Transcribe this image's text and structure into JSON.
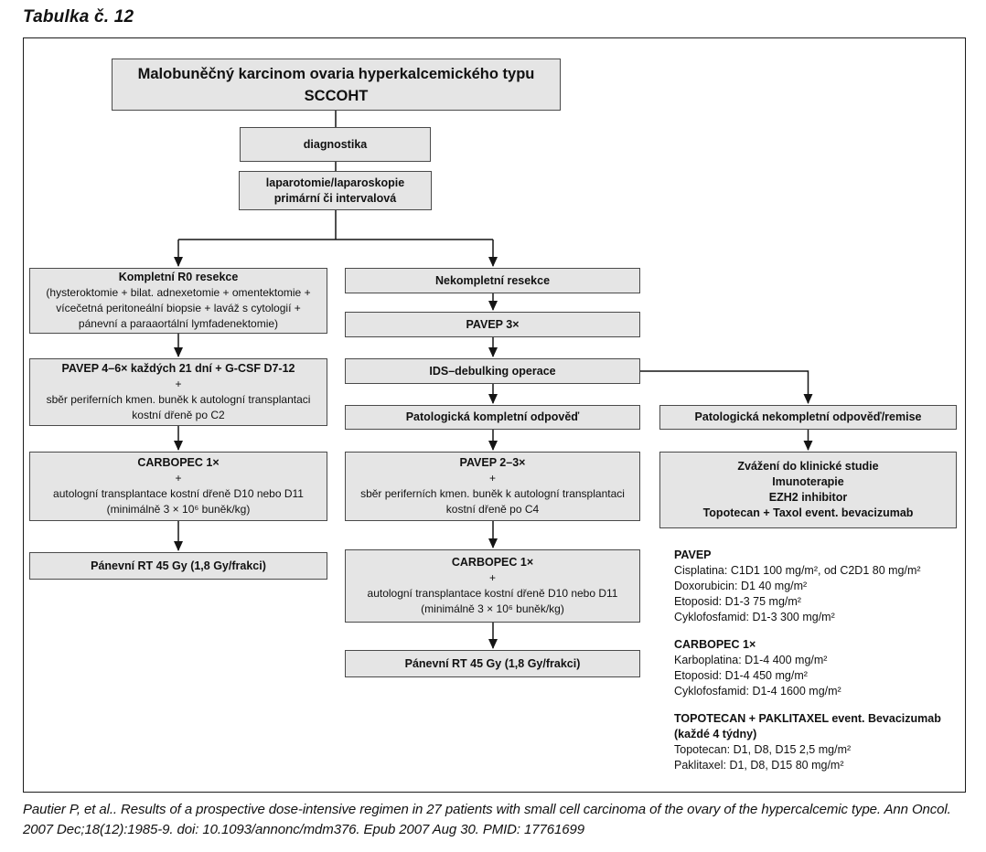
{
  "page": {
    "title": "Tabulka č. 12",
    "citation": "Pautier P, et al.. Results of a prospective dose-intensive regimen in 27 patients with small cell carcinoma of the ovary of the hypercalcemic type. Ann Oncol. 2007 Dec;18(12):1985-9. doi: 10.1093/annonc/mdm376. Epub 2007 Aug 30. PMID: 17761699"
  },
  "colors": {
    "box_fill": "#e5e5e5",
    "box_border": "#4a4a4a",
    "line": "#151515"
  },
  "flow": {
    "root": {
      "title": "Malobuněčný karcinom ovaria hyperkalcemického typu\nSCCOHT"
    },
    "diagnostics": {
      "title": "diagnostika"
    },
    "laparotomy": {
      "title": "laparotomie/laparoskopie\nprimární či intervalová"
    },
    "complete_resection": {
      "title": "Kompletní R0 resekce",
      "body": "(hysteroktomie + bilat. adnexetomie + omentektomie +\nvícečetná peritoneální biopsie + laváž s cytologií +\npánevní a paraaortální lymfadenektomie)"
    },
    "pavep_4_6": {
      "title": "PAVEP 4–6× každých 21 dní + G-CSF D7-12",
      "body": "+\nsběr periferních kmen. buněk k autologní transplantaci\nkostní dřeně po C2"
    },
    "carbopec_left": {
      "title": "CARBOPEC 1×",
      "body": "+\nautologní transplantace kostní dřeně D10 nebo D11\n(minimálně 3 × 10⁶ buněk/kg)"
    },
    "pelvic_rt_left": {
      "title": "Pánevní RT 45 Gy (1,8 Gy/frakci)"
    },
    "incomplete_resection": {
      "title": "Nekompletní resekce"
    },
    "pavep_3x": {
      "title": "PAVEP 3×"
    },
    "ids_debulking": {
      "title": "IDS–debulking operace"
    },
    "path_complete_response": {
      "title": "Patologická kompletní odpověď"
    },
    "pavep_2_3": {
      "title": "PAVEP 2–3×",
      "body": "+\nsběr periferních kmen. buněk k autologní transplantaci\nkostní dřeně po C4"
    },
    "carbopec_mid": {
      "title": "CARBOPEC 1×",
      "body": "+\nautologní transplantace kostní dřeně D10 nebo D11\n(minimálně 3 × 10⁶ buněk/kg)"
    },
    "pelvic_rt_mid": {
      "title": "Pánevní RT 45 Gy (1,8 Gy/frakci)"
    },
    "path_incomplete_response": {
      "title": "Patologická nekompletní odpověď/remise"
    },
    "clinical_trial_options": {
      "title": "Zvážení do klinické studie\nImunoterapie\nEZH2 inhibitor\nTopotecan + Taxol event. bevacizumab"
    }
  },
  "legend": {
    "sections": [
      {
        "header": "PAVEP",
        "lines": [
          "Cisplatina: C1D1 100 mg/m², od C2D1 80 mg/m²",
          "Doxorubicin: D1 40 mg/m²",
          "Etoposid: D1-3 75 mg/m²",
          "Cyklofosfamid: D1-3 300 mg/m²"
        ]
      },
      {
        "header": "CARBOPEC 1×",
        "lines": [
          "Karboplatina: D1-4 400 mg/m²",
          "Etoposid: D1-4 450 mg/m²",
          "Cyklofosfamid: D1-4 1600 mg/m²"
        ]
      },
      {
        "header": "TOPOTECAN + PAKLITAXEL event. Bevacizumab\n(každé 4 týdny)",
        "lines": [
          "Topotecan: D1, D8, D15 2,5 mg/m²",
          "Paklitaxel: D1, D8, D15 80 mg/m²"
        ]
      }
    ]
  }
}
